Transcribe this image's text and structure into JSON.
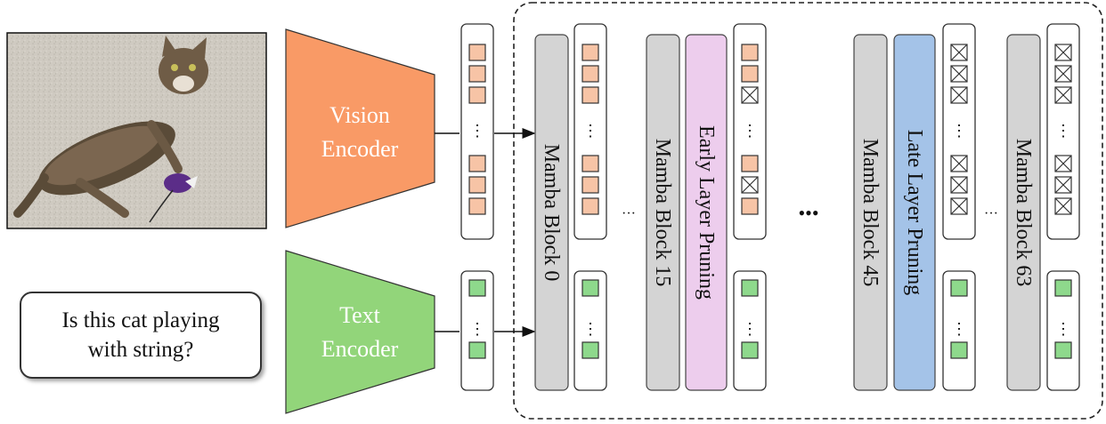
{
  "image": {
    "subject": "cat-photo",
    "description_icon": "cat-image"
  },
  "question": {
    "text": "Is this cat playing with string?"
  },
  "encoders": {
    "vision": {
      "line1": "Vision",
      "line2": "Encoder",
      "color": "#F99A66"
    },
    "text": {
      "line1": "Text",
      "line2": "Encoder",
      "color": "#92D57A"
    }
  },
  "colors": {
    "vision_token": "#F7C4A6",
    "text_token": "#8ED98C",
    "mamba_block": "#D4D4D4",
    "early_pruning": "#EDCDED",
    "late_pruning": "#A4C3E8",
    "pruned_token_icon": "boxed-x-icon"
  },
  "blocks": {
    "b0": "Mamba Block 0",
    "b15": "Mamba Block 15",
    "early": "Early Layer Pruning",
    "b45": "Mamba Block 45",
    "late": "Late Layer Pruning",
    "b63": "Mamba Block 63"
  },
  "ellipsis": {
    "small": "···",
    "big": "•••",
    "vertical": "⋮"
  }
}
